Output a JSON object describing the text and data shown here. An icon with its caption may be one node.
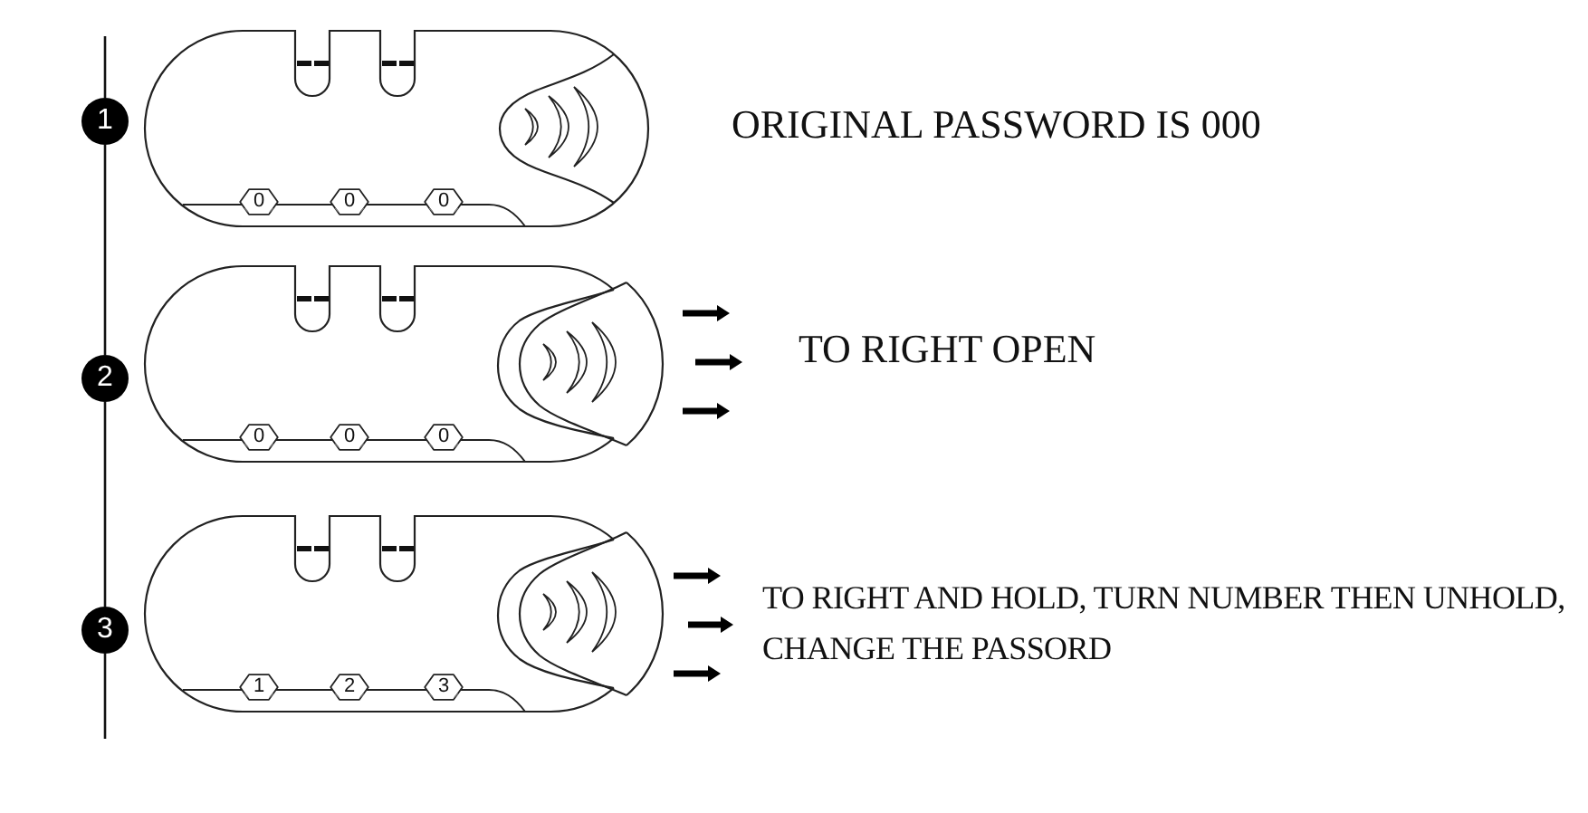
{
  "diagram": {
    "nodes": [
      {
        "text": [
          "1"
        ]
      },
      {
        "text": [
          "0"
        ]
      },
      {
        "text": [
          "0"
        ]
      },
      {
        "text": [
          "0"
        ]
      },
      {
        "text": [
          "2"
        ]
      },
      {
        "text": [
          "0"
        ]
      },
      {
        "text": [
          "0"
        ]
      },
      {
        "text": [
          "0"
        ]
      },
      {
        "text": [
          "3"
        ]
      },
      {
        "text": [
          "1"
        ]
      },
      {
        "text": [
          "2"
        ]
      },
      {
        "text": [
          "3"
        ]
      }
    ],
    "edges": [
      {
        "from": null,
        "to": 0,
        "arrow": "none"
      },
      {
        "from": 0,
        "to": 4,
        "arrow": "none"
      },
      {
        "from": 4,
        "to": 8,
        "arrow": "none"
      },
      {
        "from": 8,
        "to": null,
        "arrow": "none"
      }
    ],
    "labels": [
      "ORIGINAL PASSWORD IS 000",
      "TO RIGHT OPEN",
      "TO RIGHT AND HOLD, TURN NUMBER THEN UNHOLD, CHANGE THE PASSORD"
    ]
  }
}
